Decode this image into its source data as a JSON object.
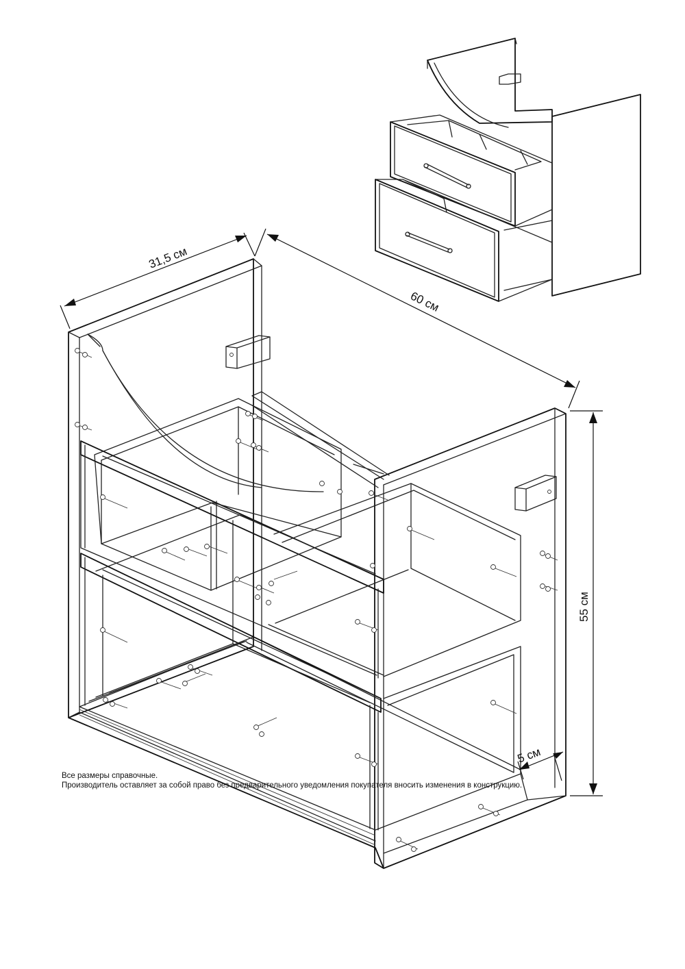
{
  "dimensions": {
    "depth_label": "31,5 см",
    "width_label": "60 см",
    "height_label": "55 см",
    "inset_label": "5 см"
  },
  "notes": {
    "line1": "Все размеры справочные.",
    "line2": "Производитель оставляет за собой право без предварительного уведомления покупателя вносить изменения в конструкцию."
  }
}
